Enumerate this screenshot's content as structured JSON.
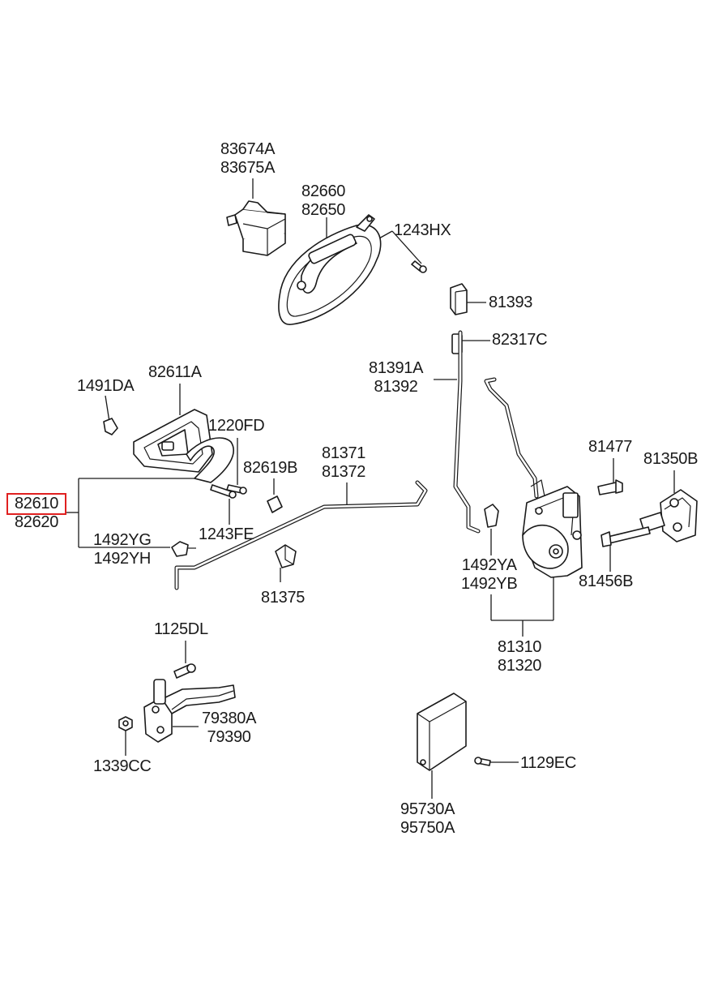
{
  "highlight_color": "#e02020",
  "labels": {
    "c83674": {
      "l1": "83674A",
      "l2": "83675A"
    },
    "c82660": {
      "l1": "82660",
      "l2": "82650"
    },
    "c1243hx": {
      "l1": "1243HX"
    },
    "c81393": {
      "l1": "81393"
    },
    "c82317": {
      "l1": "82317C"
    },
    "c81391": {
      "l1": "81391A",
      "l2": "81392"
    },
    "c82611": {
      "l1": "82611A"
    },
    "c1491": {
      "l1": "1491DA"
    },
    "c1220": {
      "l1": "1220FD"
    },
    "c82619": {
      "l1": "82619B"
    },
    "c81371": {
      "l1": "81371",
      "l2": "81372"
    },
    "c81477": {
      "l1": "81477"
    },
    "c81350": {
      "l1": "81350B"
    },
    "c82610": {
      "l1": "82610",
      "l2": "82620"
    },
    "c1243fe": {
      "l1": "1243FE"
    },
    "c1492yg": {
      "l1": "1492YG",
      "l2": "1492YH"
    },
    "c81375": {
      "l1": "81375"
    },
    "c1492ya": {
      "l1": "1492YA",
      "l2": "1492YB"
    },
    "c81456": {
      "l1": "81456B"
    },
    "c81310": {
      "l1": "81310",
      "l2": "81320"
    },
    "c1125": {
      "l1": "1125DL"
    },
    "c79380": {
      "l1": "79380A",
      "l2": "79390"
    },
    "c1339": {
      "l1": "1339CC"
    },
    "c1129": {
      "l1": "1129EC"
    },
    "c95730": {
      "l1": "95730A",
      "l2": "95750A"
    }
  }
}
